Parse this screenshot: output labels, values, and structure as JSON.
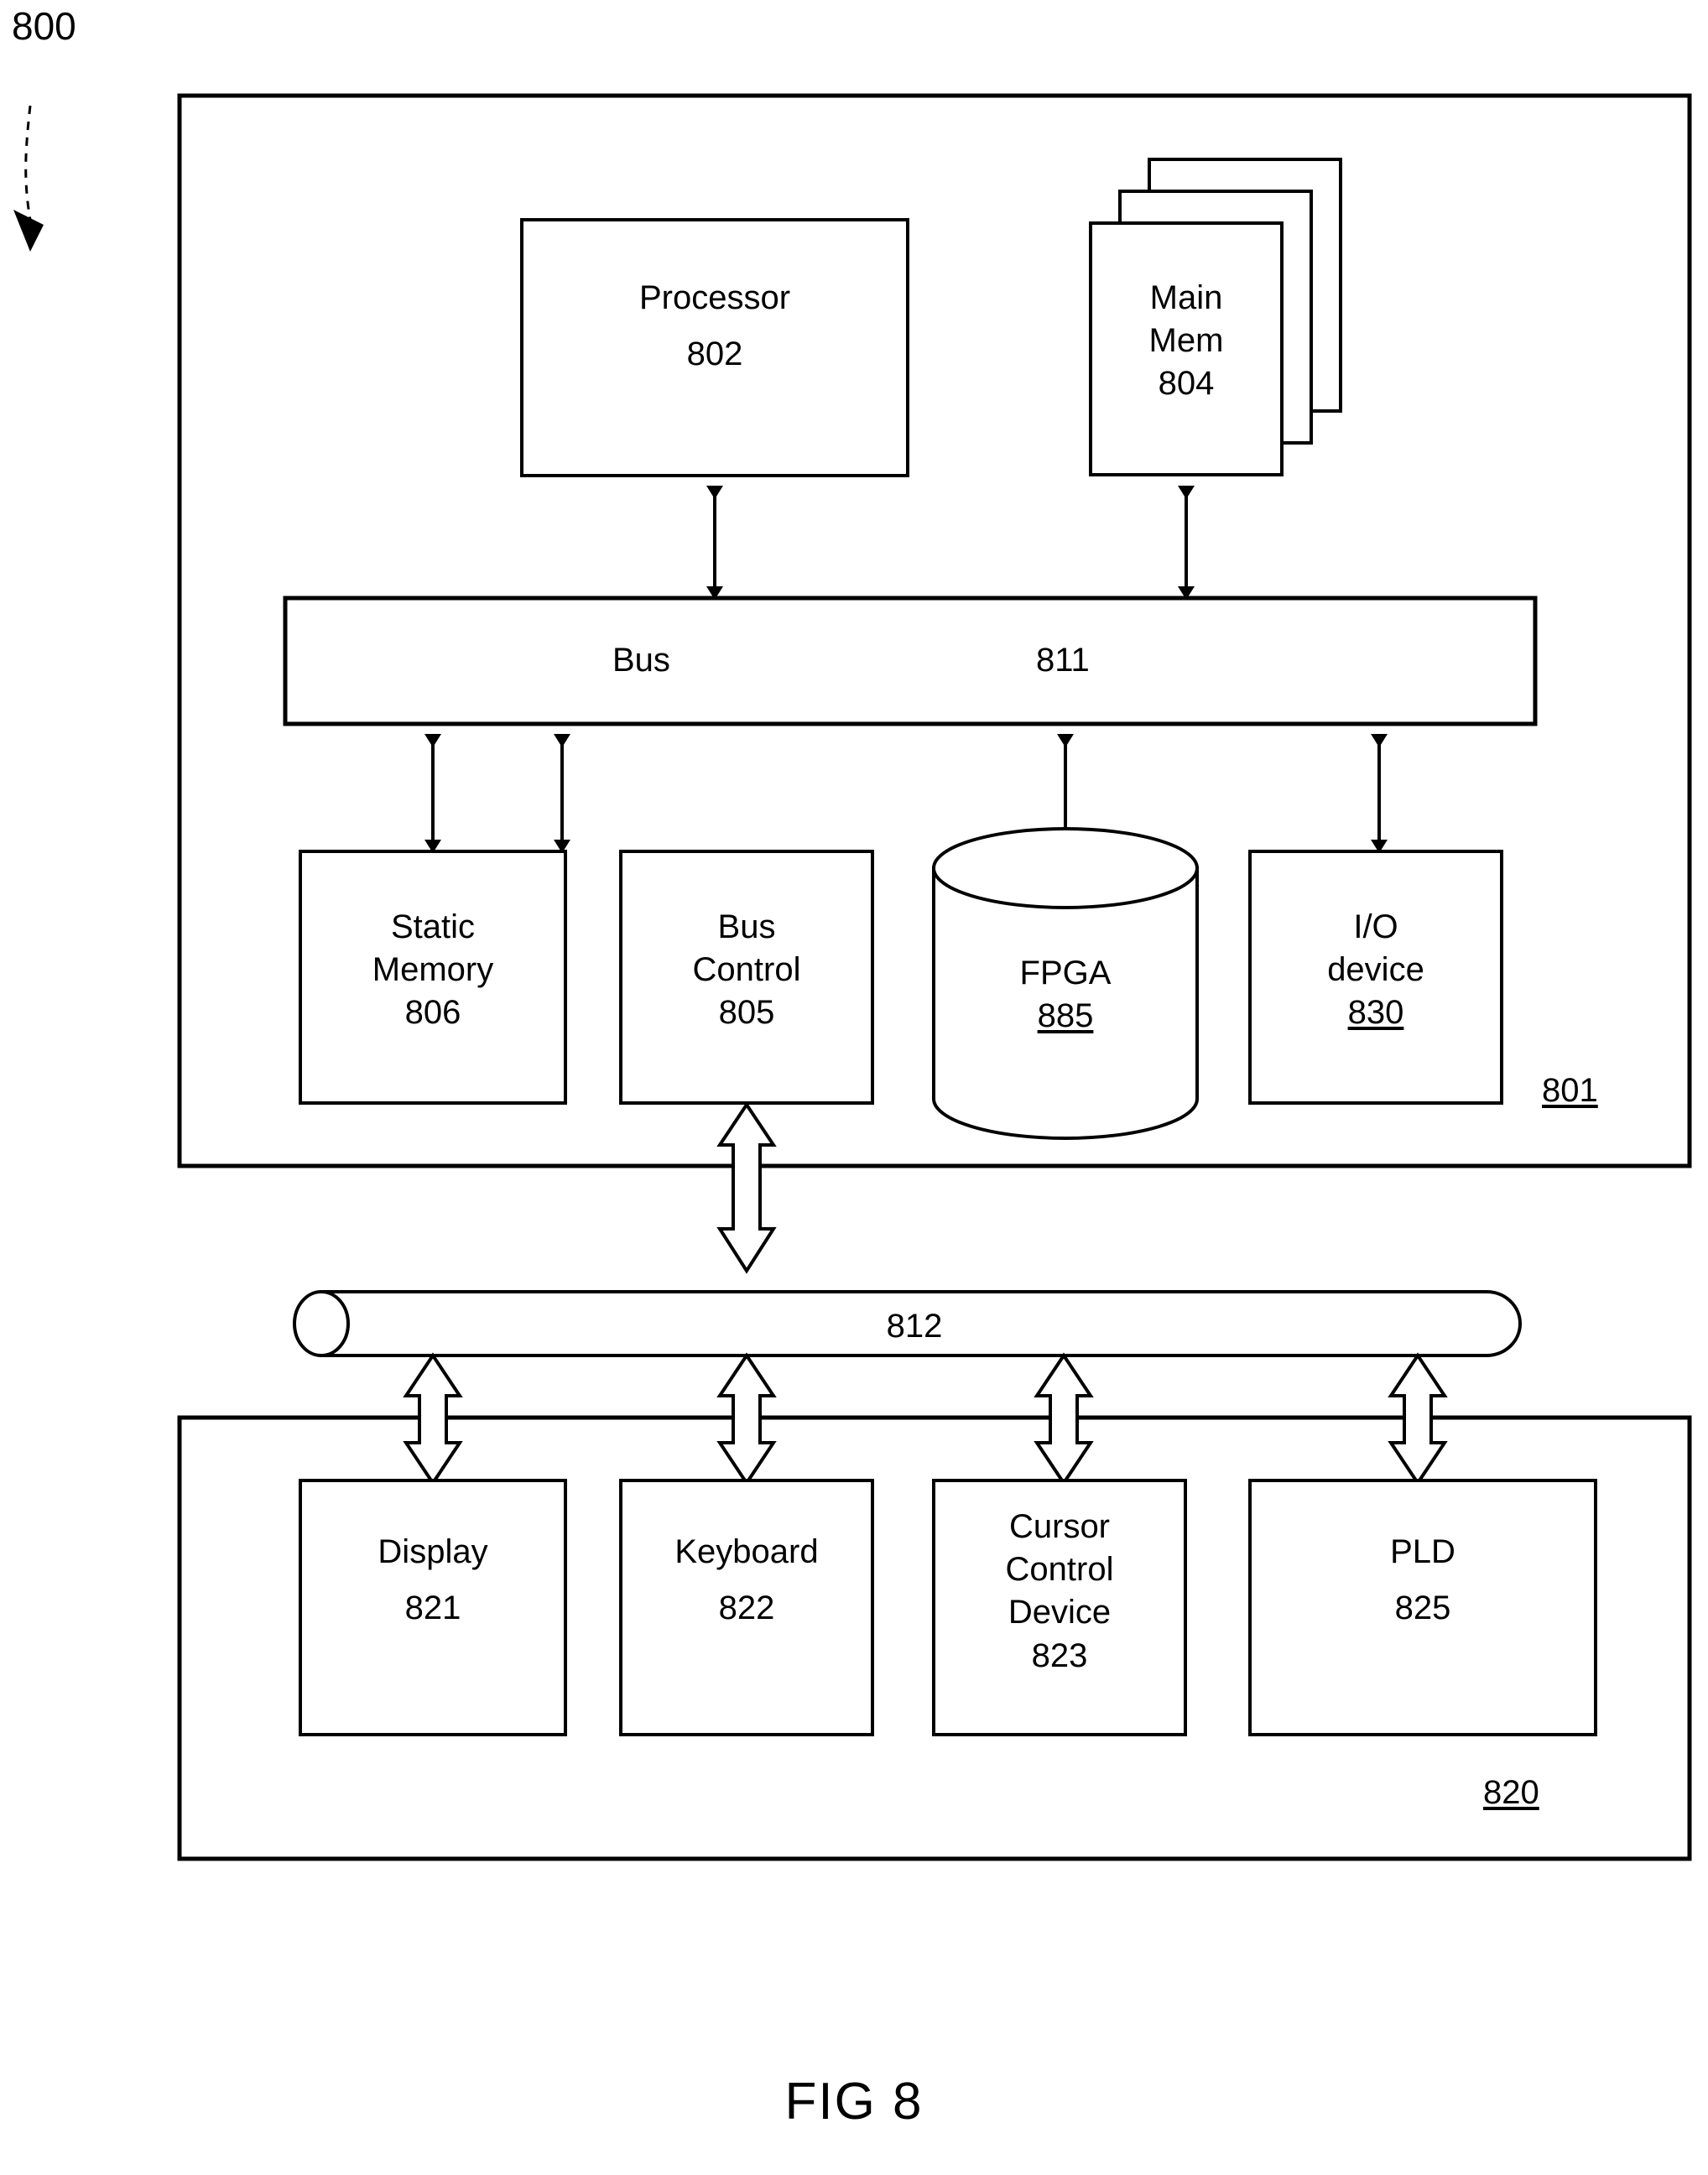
{
  "figure": {
    "caption": "FIG 8",
    "callout": "800"
  },
  "groups": [
    {
      "name": "computer-system",
      "ref": "801"
    },
    {
      "name": "peripherals",
      "ref": "820"
    }
  ],
  "blocks": [
    {
      "id": "processor",
      "label": "Processor",
      "ref": "802",
      "shape": "rect",
      "ref_underlined": false
    },
    {
      "id": "main-memory",
      "label": "Main\nMem",
      "ref": "804",
      "shape": "stack",
      "ref_underlined": false
    },
    {
      "id": "bus",
      "label": "Bus",
      "ref": "811",
      "shape": "bar",
      "ref_underlined": false
    },
    {
      "id": "static-memory",
      "label": "Static\nMemory",
      "ref": "806",
      "shape": "rect",
      "ref_underlined": false
    },
    {
      "id": "bus-control",
      "label": "Bus\nControl",
      "ref": "805",
      "shape": "rect",
      "ref_underlined": false
    },
    {
      "id": "fpga",
      "label": "FPGA",
      "ref": "885",
      "shape": "cylinder",
      "ref_underlined": true
    },
    {
      "id": "io-device",
      "label": "I/O\ndevice",
      "ref": "830",
      "shape": "rect",
      "ref_underlined": true
    },
    {
      "id": "peripheral-bus",
      "label": "",
      "ref": "812",
      "shape": "tube",
      "ref_underlined": false
    },
    {
      "id": "display",
      "label": "Display",
      "ref": "821",
      "shape": "rect",
      "ref_underlined": false
    },
    {
      "id": "keyboard",
      "label": "Keyboard",
      "ref": "822",
      "shape": "rect",
      "ref_underlined": false
    },
    {
      "id": "cursor-control",
      "label": "Cursor\nControl\nDevice",
      "ref": "823",
      "shape": "rect",
      "ref_underlined": false
    },
    {
      "id": "pld",
      "label": "PLD",
      "ref": "825",
      "shape": "rect",
      "ref_underlined": false
    }
  ],
  "text": {
    "processor_label": "Processor",
    "processor_ref": "802",
    "main_mem_l1": "Main",
    "main_mem_l2": "Mem",
    "main_mem_ref": "804",
    "bus_label": "Bus",
    "bus_ref": "811",
    "static_mem_l1": "Static",
    "static_mem_l2": "Memory",
    "static_mem_ref": "806",
    "bus_ctrl_l1": "Bus",
    "bus_ctrl_l2": "Control",
    "bus_ctrl_ref": "805",
    "fpga_label": "FPGA",
    "fpga_ref": "885",
    "io_l1": "I/O",
    "io_l2": "device",
    "io_ref": "830",
    "periph_bus_ref": "812",
    "display_label": "Display",
    "display_ref": "821",
    "keyboard_label": "Keyboard",
    "keyboard_ref": "822",
    "cursor_l1": "Cursor",
    "cursor_l2": "Control",
    "cursor_l3": "Device",
    "cursor_ref": "823",
    "pld_label": "PLD",
    "pld_ref": "825",
    "group_801_ref": "801",
    "group_820_ref": "820",
    "callout_800": "800",
    "fig_caption": "FIG 8"
  },
  "colors": {
    "stroke": "#000000",
    "background": "#ffffff"
  }
}
